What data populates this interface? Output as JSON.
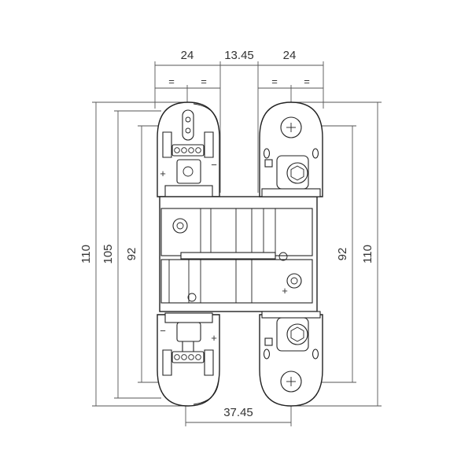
{
  "dimensions": {
    "top_left_width": "24",
    "top_center_gap": "13.45",
    "top_right_width": "24",
    "bottom_width": "37.45",
    "left_outer_height": "110",
    "left_mid_height": "105",
    "left_inner_height": "92",
    "right_inner_height": "92",
    "right_outer_height": "110",
    "equal_mark": "="
  },
  "symbols": {
    "plus": "+",
    "minus": "−"
  }
}
